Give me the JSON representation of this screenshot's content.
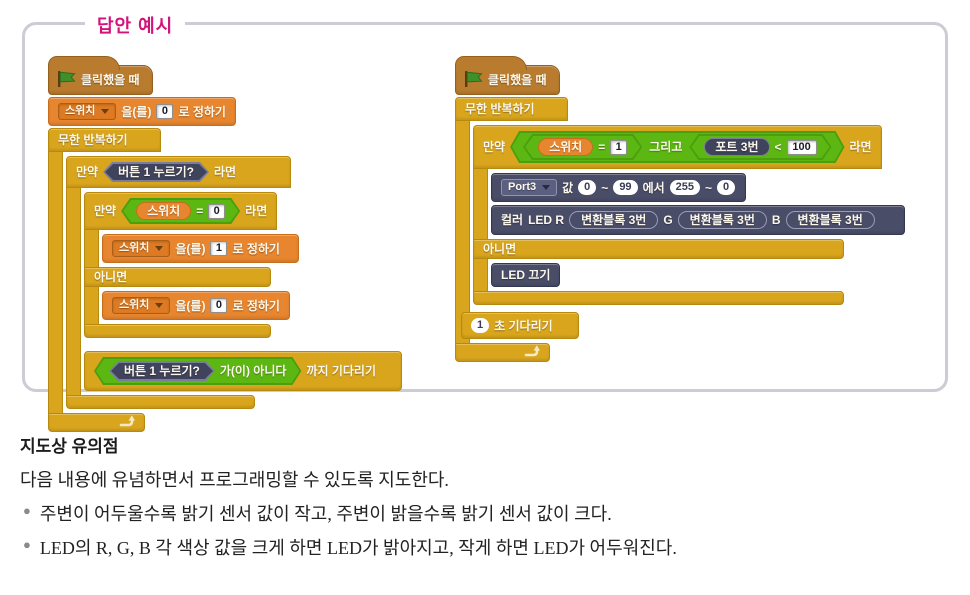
{
  "panel": {
    "title": "답안 예시"
  },
  "left": {
    "hat": "클릭했을 때",
    "set1": {
      "var": "스위치",
      "to": "을(를)",
      "value": "0",
      "suffix": "로 정하기"
    },
    "forever": "무한 반복하기",
    "if1": {
      "kw_if": "만약",
      "cond": "버튼 1 누르기?",
      "kw_then": "라면"
    },
    "if2": {
      "kw_if": "만약",
      "var": "스위치",
      "op": "=",
      "value": "0",
      "kw_then": "라면",
      "kw_else": "아니면"
    },
    "set2": {
      "var": "스위치",
      "to": "을(를)",
      "value": "1",
      "suffix": "로 정하기"
    },
    "set3": {
      "var": "스위치",
      "to": "을(를)",
      "value": "0",
      "suffix": "로 정하기"
    },
    "wait_until": {
      "cond": "버튼 1 누르기?",
      "not": "가(이) 아니다",
      "suffix": "까지 기다리기"
    }
  },
  "right": {
    "hat": "클릭했을 때",
    "forever": "무한 반복하기",
    "if1": {
      "kw_if": "만약",
      "var": "스위치",
      "op": "=",
      "value": "1",
      "and": "그리고",
      "sensor": "포트 3번",
      "op2": "<",
      "value2": "100",
      "kw_then": "라면",
      "kw_else": "아니면"
    },
    "map_block": {
      "dd": "Port3",
      "kw_value": "값",
      "from_low": "0",
      "tilde1": "~",
      "from_high": "99",
      "kw_range": "에서",
      "to_high": "255",
      "tilde2": "~",
      "to_low": "0"
    },
    "color_block": {
      "kw": "컬러",
      "r_label": "LED R",
      "slot_r": "변환블록 3번",
      "g_label": "G",
      "slot_g": "변환블록 3번",
      "b_label": "B",
      "slot_b": "변환블록 3번"
    },
    "led_off": "LED 끄기",
    "wait": {
      "value": "1",
      "suffix": "초 기다리기"
    }
  },
  "notes": {
    "heading": "지도상 유의점",
    "intro": "다음 내용에 유념하면서 프로그래밍할 수 있도록 지도한다.",
    "bullets": [
      "주변이 어두울수록 밝기 센서 값이 작고, 주변이 밝을수록 밝기 센서 값이 크다.",
      "LED의 R, G, B 각 색상 값을 크게 하면 LED가 밝아지고, 작게 하면 LED가 어두워진다."
    ]
  },
  "colors": {
    "accent_pink": "#d3127a",
    "control_gold": "#d9a51d",
    "data_orange": "#e8862f",
    "robot_navy": "#4a4d68",
    "operator_green": "#5cb712",
    "hat_brown": "#b97c2e"
  }
}
